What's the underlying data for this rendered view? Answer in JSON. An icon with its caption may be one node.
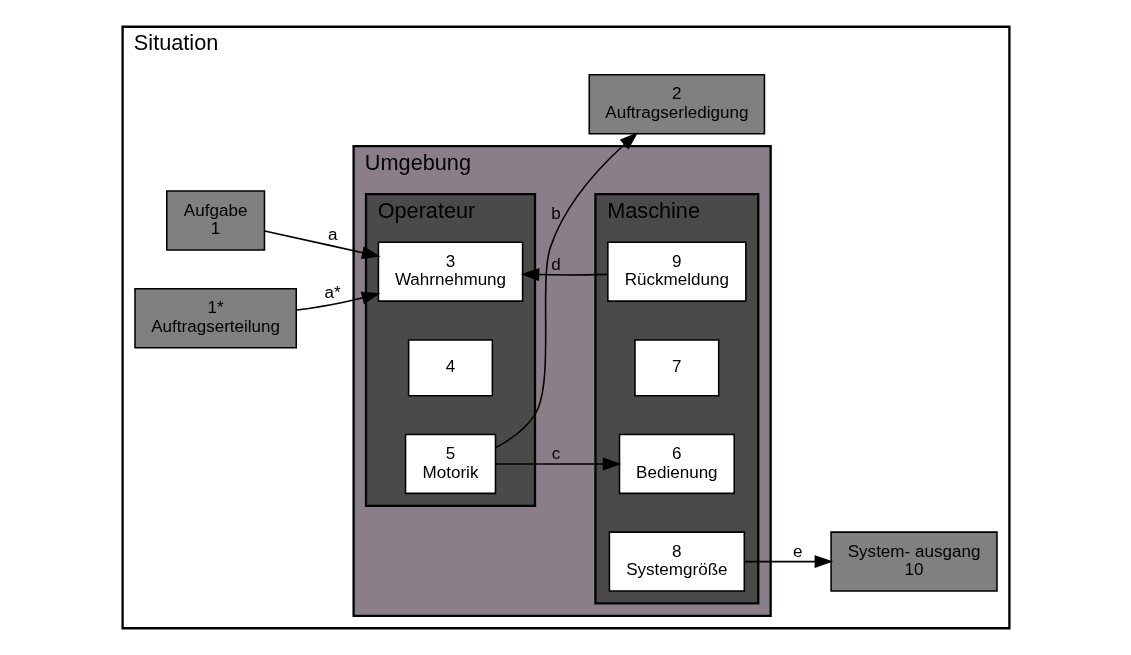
{
  "diagram": {
    "nodes": [
      {
        "text": [
          "Situation"
        ]
      },
      {
        "text": [
          "Umgebung"
        ],
        "in": 0
      },
      {
        "text": [
          "Operateur"
        ],
        "in": 1
      },
      {
        "text": [
          "3",
          "Wahrnehmung"
        ],
        "in": 2
      },
      {
        "text": [
          "4"
        ],
        "in": 2
      },
      {
        "text": [
          "5",
          "Motorik"
        ],
        "in": 2
      },
      {
        "text": [
          "Maschine"
        ],
        "in": 1
      },
      {
        "text": [
          "6",
          "Bedienung"
        ],
        "in": 6
      },
      {
        "text": [
          "7"
        ],
        "in": 6
      },
      {
        "text": [
          "9",
          "Rückmeldung"
        ],
        "in": 6
      },
      {
        "text": [
          "8",
          "Systemgröße"
        ],
        "in": 6
      },
      {
        "text": [
          "Aufgabe",
          "1"
        ],
        "in": 0
      },
      {
        "text": [
          "1*",
          "Auftragserteilung"
        ],
        "in": 0
      },
      {
        "text": [
          "2",
          "Auftragserledigung"
        ],
        "in": 0
      },
      {
        "text": [
          "System- ausgang",
          "10"
        ],
        "in": 0
      }
    ],
    "edges": [
      {
        "from": 9,
        "to": 3,
        "arrow": "to",
        "label": "d"
      },
      {
        "from": 11,
        "to": 3,
        "arrow": "to",
        "label": "a"
      },
      {
        "from": 12,
        "to": 3,
        "arrow": "to",
        "label": "a*"
      },
      {
        "from": 5,
        "to": 7,
        "arrow": "to",
        "label": "c"
      },
      {
        "from": 5,
        "to": 13,
        "arrow": "to",
        "label": "b"
      },
      {
        "from": 10,
        "to": 14,
        "arrow": "to",
        "label": "e"
      }
    ]
  }
}
